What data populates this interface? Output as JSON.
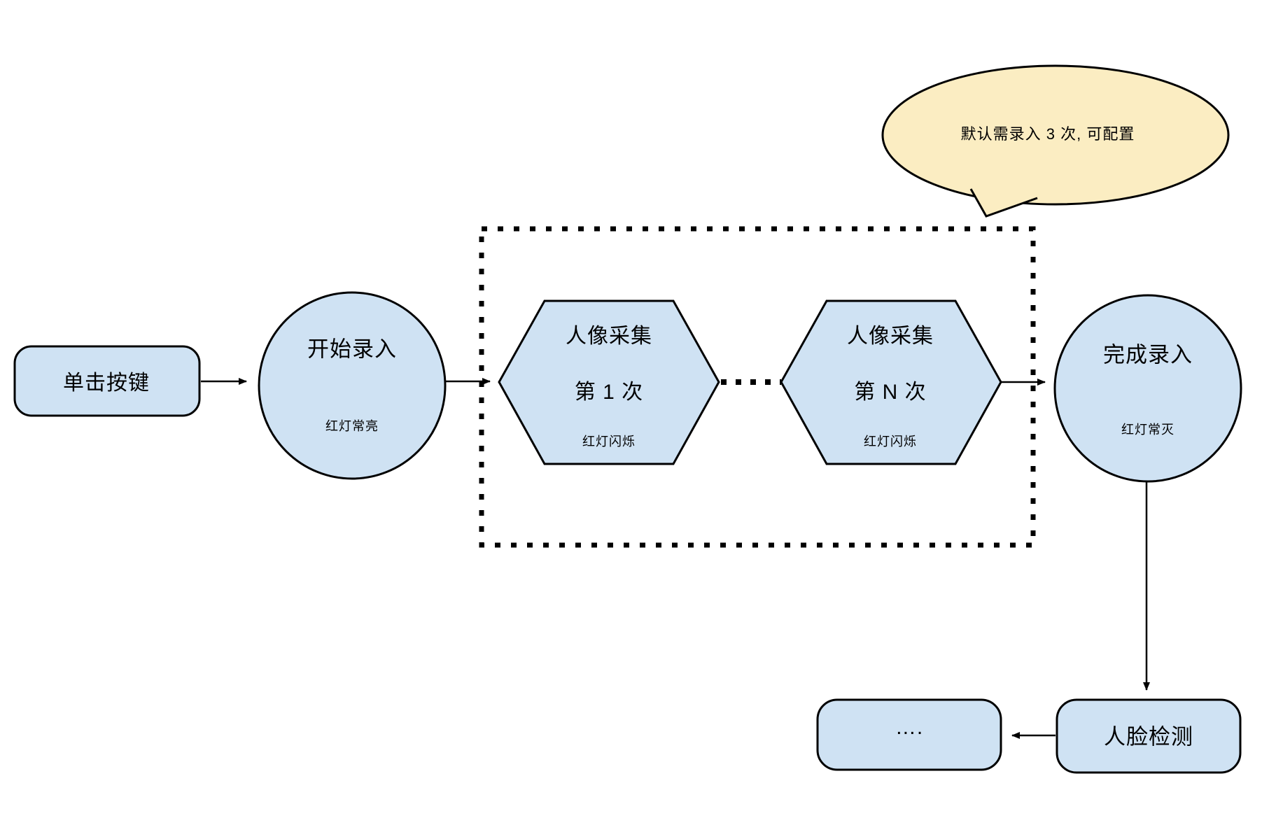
{
  "diagram": {
    "colors": {
      "node_fill": "#cfe2f3",
      "node_stroke": "#000000",
      "bubble_fill": "#fbedc2"
    },
    "nodes": {
      "click_button": {
        "label": "单击按键"
      },
      "start_enroll": {
        "title": "开始录入",
        "subtitle": "红灯常亮"
      },
      "capture_first": {
        "line1": "人像采集",
        "line2": "第 1 次",
        "subtitle": "红灯闪烁"
      },
      "capture_nth": {
        "line1": "人像采集",
        "line2": "第 N 次",
        "subtitle": "红灯闪烁"
      },
      "finish_enroll": {
        "title": "完成录入",
        "subtitle": "红灯常灭"
      },
      "ellipsis_box": {
        "label": "…."
      },
      "face_detect": {
        "label": "人脸检测"
      }
    },
    "callout": {
      "text": "默认需录入 3 次, 可配置"
    }
  }
}
